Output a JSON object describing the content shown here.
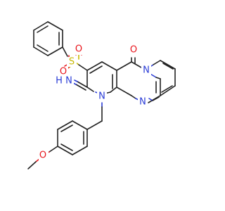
{
  "atoms": {
    "o_sulfonyl_top": "O",
    "s_sulfonyl": "S",
    "o_sulfonyl_left": "O",
    "o_carbonyl": "O",
    "n_ring": "N",
    "n_imine": "N",
    "h_imine": "H",
    "n_benzyl": "N",
    "n_pyrimidine": "N",
    "o_methoxy": "O"
  },
  "colors": {
    "oxygen": "#e8151c",
    "nitrogen": "#2a3cd6",
    "sulfur": "#c8b800",
    "carbon_bond": "#222222",
    "background": "#ffffff"
  }
}
